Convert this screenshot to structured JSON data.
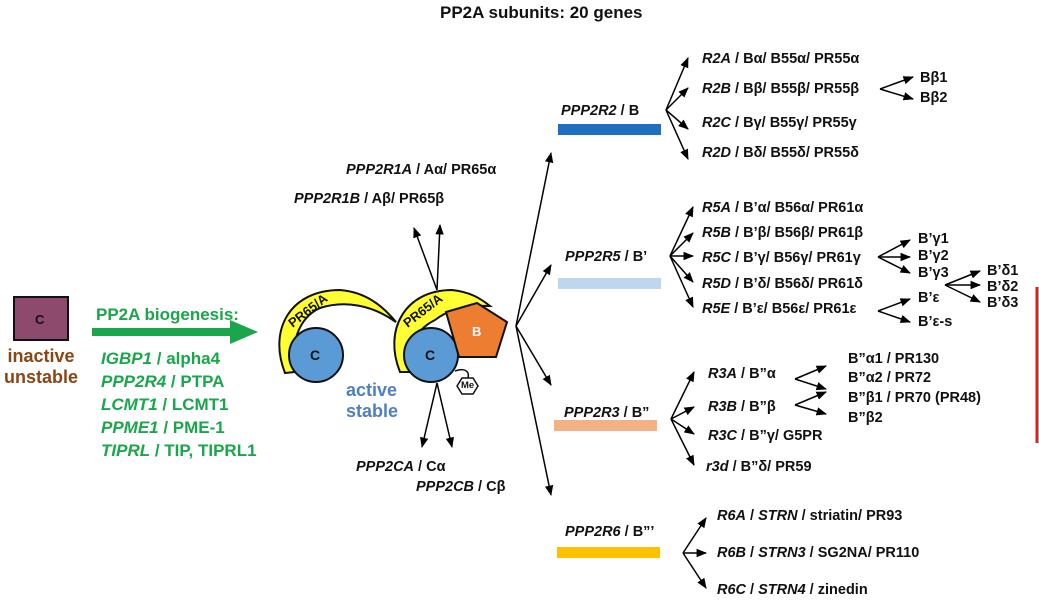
{
  "title": "PP2A subunits: 20 genes",
  "colors": {
    "catalytic_box": "#8e4a6c",
    "pr65_yellow": "#ffff33",
    "c_circle_blue": "#5b9bd5",
    "b_pentagon_orange": "#ed7d31",
    "biogenesis_green": "#1aa64a",
    "inactive_brown": "#8b4513",
    "active_blue": "#4f7fc0",
    "ppp2r2_bar": "#1f6fc0",
    "ppp2r5_bar": "#bdd7ee",
    "ppp2r3_bar": "#f4b183",
    "ppp2r6_bar": "#ffc000",
    "red_line": "#e41a1c"
  },
  "inactive_c": {
    "label": "C",
    "state_lines": [
      "inactive",
      "unstable"
    ]
  },
  "biogenesis": {
    "heading": "PP2A biogenesis:",
    "factors": [
      {
        "gene": "IGBP1",
        "protein": " / alpha4"
      },
      {
        "gene": "PPP2R4",
        "protein": " / PTPA"
      },
      {
        "gene": "LCMT1",
        "protein": " / LCMT1"
      },
      {
        "gene": "PPME1",
        "protein": " / PME-1"
      },
      {
        "gene": "TIPRL",
        "protein": " / TIP, TIPRL1"
      }
    ]
  },
  "core_dimer": {
    "scaffold_label": "PR65/A",
    "catalytic_label": "C"
  },
  "holoenzyme": {
    "scaffold_label": "PR65/A",
    "catalytic_label": "C",
    "regulatory_label": "B",
    "methyl_label": "Me",
    "state_lines": [
      "active",
      "stable"
    ]
  },
  "scaffold_genes": [
    {
      "gene": "PPP2R1A",
      "protein": " / Aα/ PR65α"
    },
    {
      "gene": "PPP2R1B",
      "protein": " / Aβ/ PR65β"
    }
  ],
  "catalytic_genes": [
    {
      "gene": "PPP2CA",
      "protein": " / Cα"
    },
    {
      "gene": "PPP2CB",
      "protein": " / Cβ"
    }
  ],
  "families": {
    "ppp2r2": {
      "gene": "PPP2R2",
      "family": " / B",
      "members": [
        {
          "gene": "R2A",
          "rest": " / Bα/ B55α/ PR55α"
        },
        {
          "gene": "R2B",
          "rest": " / Bβ/ B55β/ PR55β"
        },
        {
          "gene": "R2C",
          "rest": " / Bγ/ B55γ/ PR55γ"
        },
        {
          "gene": "R2D",
          "rest": " / Bδ/ B55δ/ PR55δ"
        }
      ],
      "isoforms": {
        "R2B": [
          "Bβ1",
          "Bβ2"
        ]
      }
    },
    "ppp2r5": {
      "gene": "PPP2R5",
      "family": " / B’",
      "members": [
        {
          "gene": "R5A",
          "rest": " / B’α/ B56α/ PR61α"
        },
        {
          "gene": "R5B",
          "rest": " / B’β/ B56β/ PR61β"
        },
        {
          "gene": "R5C",
          "rest": " / B’γ/ B56γ/ PR61γ"
        },
        {
          "gene": "R5D",
          "rest": " / B’δ/ B56δ/ PR61δ"
        },
        {
          "gene": "R5E",
          "rest": " / B’ε/ B56ε/ PR61ε"
        }
      ],
      "isoforms": {
        "R5C": [
          "B’γ1",
          "B’γ2",
          "B’γ3"
        ],
        "R5D": [
          "B’δ1",
          "B’δ2",
          "B’δ3"
        ],
        "R5E": [
          "B’ε",
          "B’ε-s"
        ]
      }
    },
    "ppp2r3": {
      "gene": "PPP2R3",
      "family": " / B”",
      "members": [
        {
          "gene": "R3A",
          "rest": " / B”α"
        },
        {
          "gene": "R3B",
          "rest": " / B”β"
        },
        {
          "gene": "R3C",
          "rest": " / B”γ/ G5PR"
        },
        {
          "gene": "r3d",
          "rest": " / B”δ/ PR59"
        }
      ],
      "isoforms": {
        "R3A": [
          "B”α1 / PR130",
          "B”α2 / PR72"
        ],
        "R3B": [
          "B”β1 / PR70 (PR48)",
          "B”β2"
        ]
      }
    },
    "ppp2r6": {
      "gene": "PPP2R6",
      "family": " / B”’",
      "members": [
        {
          "gene": "R6A",
          "gene2": "STRN",
          "rest": " / striatin/ PR93"
        },
        {
          "gene": "R6B",
          "gene2": "STRN3",
          "rest": " / SG2NA/ PR110"
        },
        {
          "gene": "R6C",
          "gene2": "STRN4",
          "rest": " / zinedin"
        }
      ]
    }
  }
}
